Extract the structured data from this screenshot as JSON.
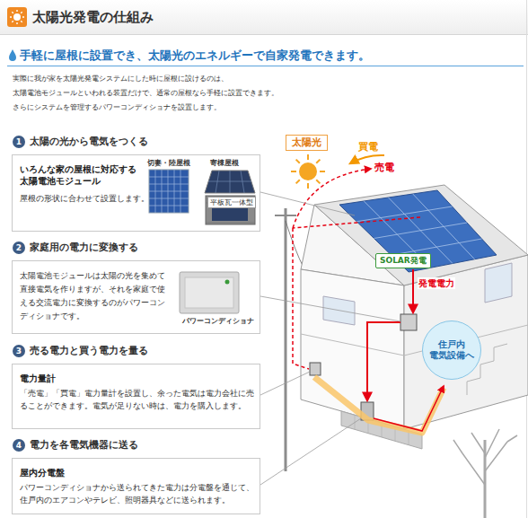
{
  "diagram": {
    "title": "太陽光発電の仕組み",
    "nodes": [
      {
        "text": [
          "1"
        ]
      },
      {
        "text": [
          "太陽の光から電気をつくる",
          "いろんな家の屋根に対応する 太陽電池モジュール",
          "屋根の形状に合わせて設置します。"
        ]
      },
      {
        "text": [
          "平板瓦一体型"
        ],
        "in": 1
      },
      {
        "text": [
          "2"
        ]
      },
      {
        "text": [
          "家庭用の電力に変換する",
          "太陽電池モジュールは太陽の光を集めて直接電気を作りますが、それを家庭で使える交流電力に変換するのがパワーコンディショナです。"
        ]
      },
      {
        "text": [
          "3"
        ]
      },
      {
        "text": [
          "売る電力と買う電力を量る",
          "電力量計",
          "「売電」「買電」電力量計を設置し、余った電気は電力会社に売ることができます。電気が足りない時は、電力を購入します。"
        ]
      },
      {
        "text": [
          "4"
        ]
      },
      {
        "text": [
          "電力を各電気機器に送る",
          "屋内分電盤",
          "パワーコンディショナから送られてきた電力は分電盤を通じて、住戸内のエアコンやテレビ、照明器具などに送られます。"
        ]
      },
      {
        "text": [
          "太陽光"
        ]
      },
      {
        "text": [
          "SOLAR発電"
        ]
      },
      {
        "text": [
          "住戸内 電気設備へ"
        ]
      }
    ],
    "labels": [
      "手軽に屋根に設置でき、太陽光のエネルギーで自家発電できます。",
      "実際に我が家を太陽光発電システムにした時に屋根に設けるのは、",
      "太陽電池モジュールといわれる装置だけで、通常の屋根なら手軽に設置できます。",
      "さらにシステムを管理するパワーコンディショナを設置します。",
      "切妻・陸屋根",
      "寄棟屋根",
      "パワーコンディショナ",
      "買電",
      "売電",
      "発電電力"
    ]
  }
}
